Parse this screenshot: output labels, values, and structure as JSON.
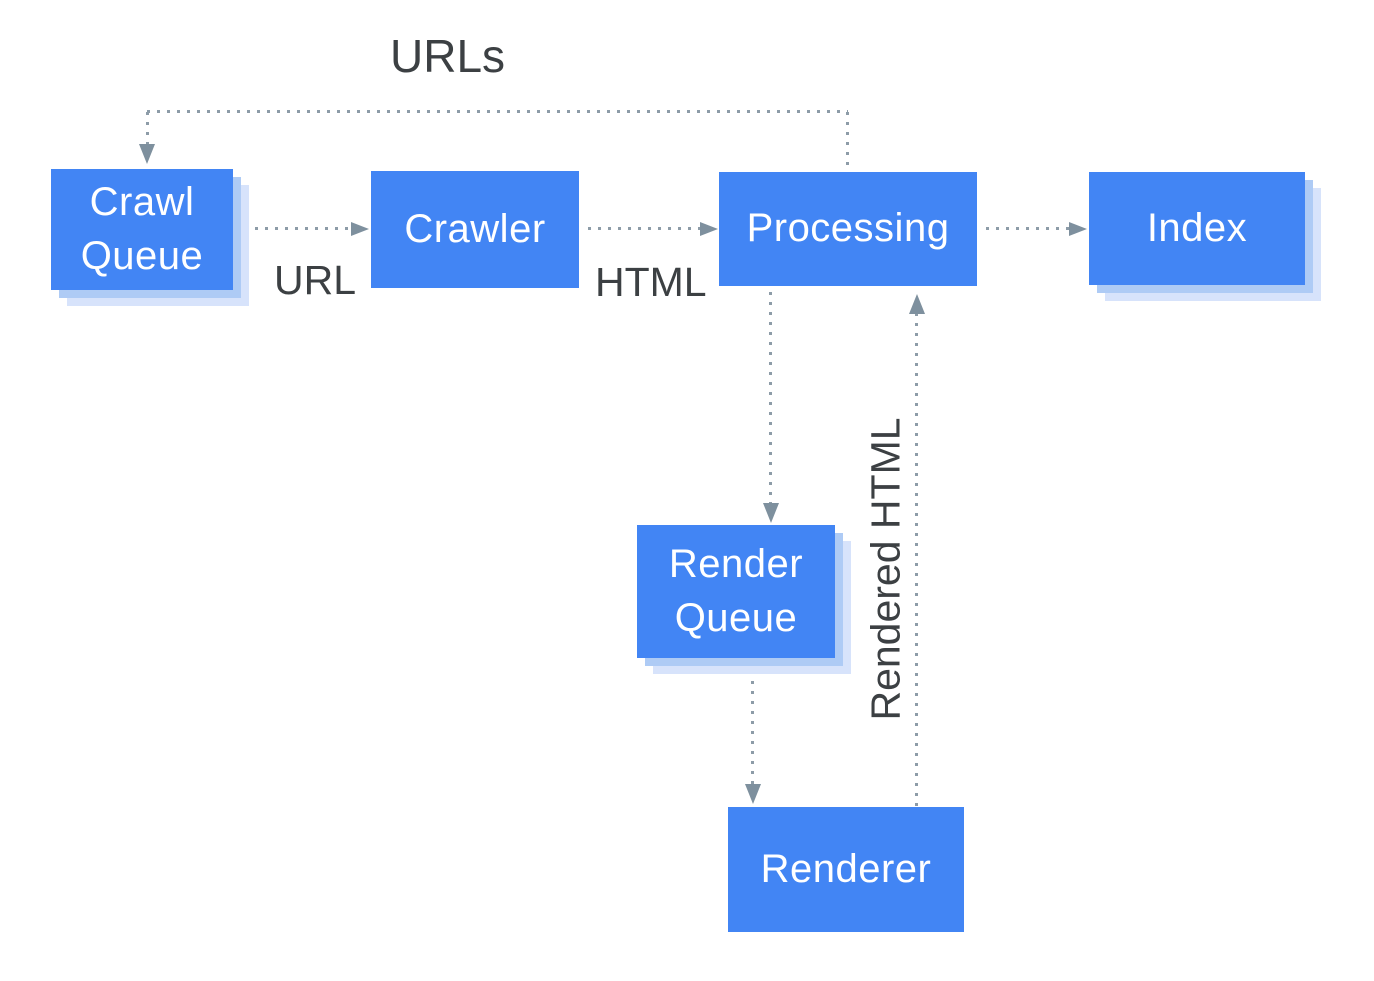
{
  "colors": {
    "node_fill": "#4285f4",
    "node_text": "#ffffff",
    "shadow_inner": "#aecbf5",
    "shadow_outer": "#d7e3fb",
    "dot": "#8d9ca8",
    "arrow": "#7e909e",
    "label_text": "#3c4043",
    "background": "#ffffff"
  },
  "nodes": {
    "crawl_queue": {
      "label": "Crawl Queue"
    },
    "crawler": {
      "label": "Crawler"
    },
    "processing": {
      "label": "Processing"
    },
    "index": {
      "label": "Index"
    },
    "render_queue": {
      "label": "Render Queue"
    },
    "renderer": {
      "label": "Renderer"
    }
  },
  "edge_labels": {
    "urls": "URLs",
    "url": "URL",
    "html": "HTML",
    "rendered_html": "Rendered HTML"
  }
}
